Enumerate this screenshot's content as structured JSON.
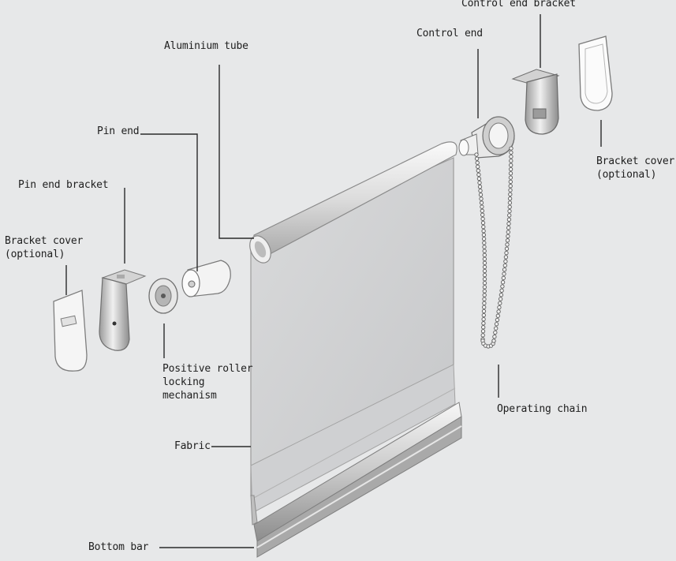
{
  "labels": {
    "control_end_bracket": "Control end bracket",
    "control_end": "Control end",
    "aluminium_tube": "Aluminium tube",
    "pin_end": "Pin end",
    "pin_end_bracket": "Pin end bracket",
    "bracket_cover_left": "Bracket cover\n(optional)",
    "bracket_cover_right": "Bracket cover\n(optional)",
    "positive_roller_locking": "Positive roller\nlocking\nmechanism",
    "operating_chain": "Operating chain",
    "fabric": "Fabric",
    "bottom_bar": "Bottom bar"
  },
  "colors": {
    "background": "#e7e8e9",
    "fabric": "#d2d3d5",
    "metal_light": "#f4f4f4",
    "metal_dark": "#8a8a8a",
    "line": "#2a2a2a"
  }
}
